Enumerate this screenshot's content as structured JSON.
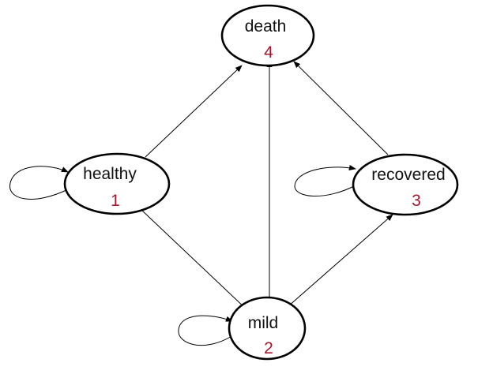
{
  "colors": {
    "stroke": "#000000",
    "label": "#111111",
    "number": "#a3162b",
    "background": "#ffffff"
  },
  "states": {
    "death": {
      "label": "death",
      "number": "4"
    },
    "healthy": {
      "label": "healthy",
      "number": "1"
    },
    "recovered": {
      "label": "recovered",
      "number": "3"
    },
    "mild": {
      "label": "mild",
      "number": "2"
    }
  },
  "transitions": [
    {
      "from": "healthy",
      "to": "death"
    },
    {
      "from": "healthy",
      "to": "mild"
    },
    {
      "from": "mild",
      "to": "death"
    },
    {
      "from": "mild",
      "to": "recovered"
    },
    {
      "from": "recovered",
      "to": "death"
    },
    {
      "from": "healthy",
      "to": "healthy"
    },
    {
      "from": "recovered",
      "to": "recovered"
    },
    {
      "from": "mild",
      "to": "mild"
    }
  ]
}
